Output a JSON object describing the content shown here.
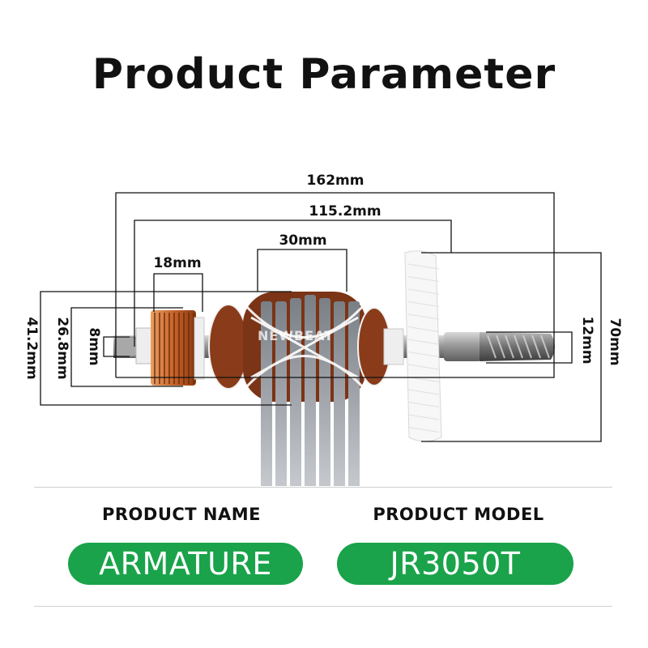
{
  "title": "Product Parameter",
  "dimensions": {
    "overall_length": "162mm",
    "body_length": "115.2mm",
    "core_length": "30mm",
    "commutator_length": "18mm",
    "core_diameter": "41.2mm",
    "commutator_diameter": "26.8mm",
    "shaft_diameter_rear": "8mm",
    "shaft_diameter_front": "12mm",
    "fan_diameter": "70mm"
  },
  "watermark": "NEWBEAT",
  "product": {
    "name_label": "PRODUCT NAME",
    "name_value": "ARMATURE",
    "model_label": "PRODUCT  MODEL",
    "model_value": "JR3050T"
  },
  "colors": {
    "accent_green": "#1aa34a",
    "copper": "#c8642a",
    "text": "#111111"
  }
}
